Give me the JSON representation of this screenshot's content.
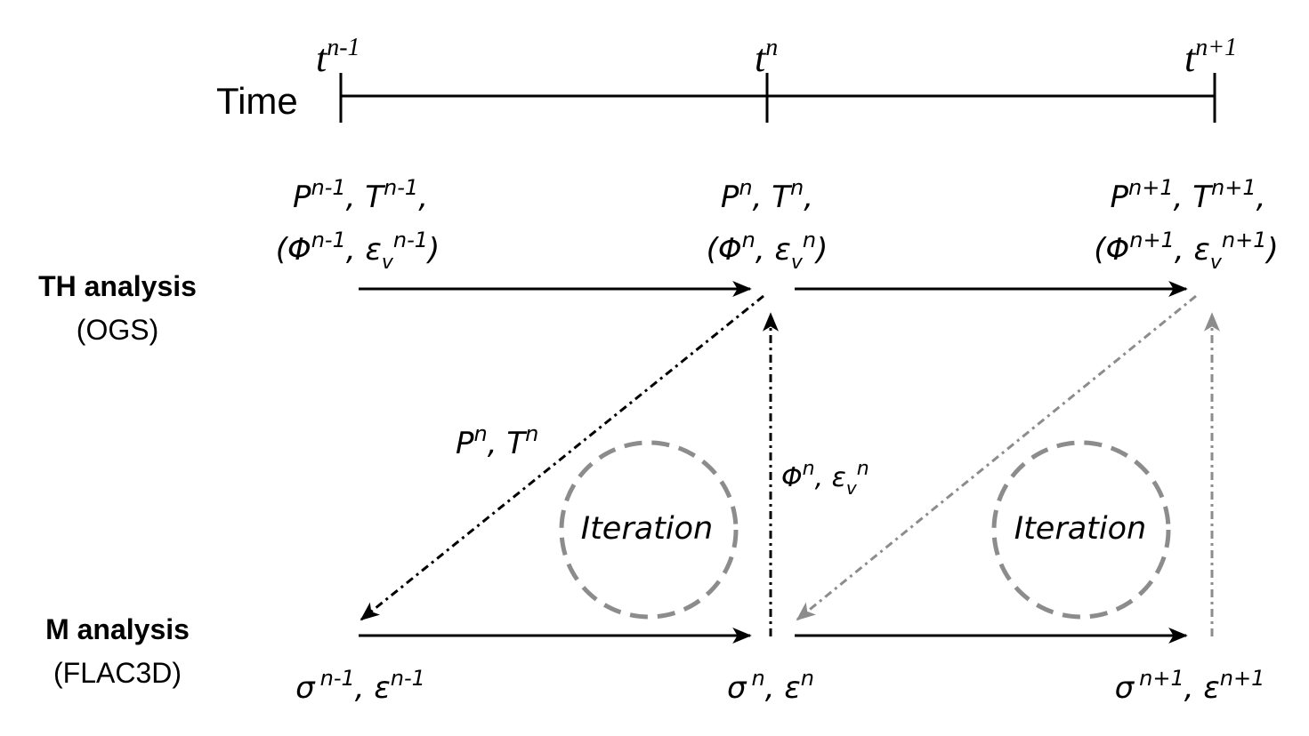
{
  "timeline": {
    "label": "Time",
    "ticks": [
      {
        "base": "t",
        "sup": "n-1"
      },
      {
        "base": "t",
        "sup": "n"
      },
      {
        "base": "t",
        "sup": "n+1"
      }
    ]
  },
  "rows": {
    "th": {
      "title": "TH analysis",
      "subtitle": "(OGS)"
    },
    "m": {
      "title": "M analysis",
      "subtitle": "(FLAC3D)"
    }
  },
  "th_states": [
    {
      "line1": {
        "p": "P",
        "p_sup": "n-1",
        "sep1": ", ",
        "t": "T",
        "t_sup": "n-1",
        "end": ","
      },
      "line2": {
        "open": "(",
        "phi": "Φ",
        "phi_sup": "n-1",
        "sep": ", ",
        "eps": "ε",
        "eps_sub": "v",
        "eps_sup": "n-1",
        "close": ")"
      }
    },
    {
      "line1": {
        "p": "P",
        "p_sup": "n",
        "sep1": ", ",
        "t": "T",
        "t_sup": "n",
        "end": ","
      },
      "line2": {
        "open": "(",
        "phi": "Φ",
        "phi_sup": "n",
        "sep": ", ",
        "eps": "ε",
        "eps_sub": "v",
        "eps_sup": "n",
        "close": ")"
      }
    },
    {
      "line1": {
        "p": "P",
        "p_sup": "n+1",
        "sep1": ", ",
        "t": "T",
        "t_sup": "n+1",
        "end": ","
      },
      "line2": {
        "open": "(",
        "phi": "Φ",
        "phi_sup": "n+1",
        "sep": ", ",
        "eps": "ε",
        "eps_sub": "v",
        "eps_sup": "n+1",
        "close": ")"
      }
    }
  ],
  "m_states": [
    {
      "sigma": "σ",
      "sigma_sup": "n-1",
      "sep": ", ",
      "eps": "ε",
      "eps_sup": "n-1"
    },
    {
      "sigma": "σ",
      "sigma_sup": "n",
      "sep": ", ",
      "eps": "ε",
      "eps_sup": "n"
    },
    {
      "sigma": "σ",
      "sigma_sup": "n+1",
      "sep": ", ",
      "eps": "ε",
      "eps_sup": "n+1"
    }
  ],
  "transfer_labels": {
    "to_m": {
      "p": "P",
      "p_sup": "n",
      "sep": ", ",
      "t": "T",
      "t_sup": "n"
    },
    "to_th": {
      "phi": "Φ",
      "phi_sup": "n",
      "sep": ", ",
      "eps": "ε",
      "eps_sub": "v",
      "eps_sup": "n"
    }
  },
  "iterations": [
    {
      "label": "Iteration"
    },
    {
      "label": "Iteration"
    }
  ],
  "colors": {
    "solid": "#000000",
    "faded": "#8c8c8c"
  }
}
